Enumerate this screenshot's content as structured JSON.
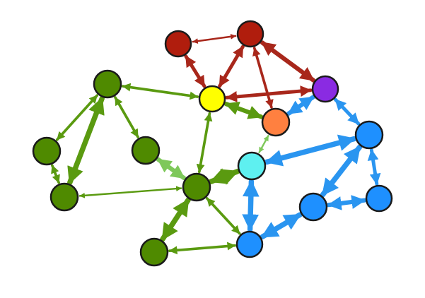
{
  "colors": {
    "red": "#b01d0d",
    "yellow": "#ffff00",
    "orange": "#ff8040",
    "purple": "#8a2be2",
    "cyan": "#5ef0f0",
    "blue": "#1e90ff",
    "green": "#4f8a00",
    "edge_red": "#a8271b",
    "edge_green": "#5a9a10",
    "edge_lightgreen": "#7ec85a",
    "edge_blue": "#2a95f0"
  },
  "nodes": [
    {
      "id": "r1",
      "color": "red"
    },
    {
      "id": "r2",
      "color": "red"
    },
    {
      "id": "y",
      "color": "yellow"
    },
    {
      "id": "p",
      "color": "purple"
    },
    {
      "id": "o",
      "color": "orange"
    },
    {
      "id": "c",
      "color": "cyan"
    },
    {
      "id": "b1",
      "color": "blue"
    },
    {
      "id": "b2",
      "color": "blue"
    },
    {
      "id": "b3",
      "color": "blue"
    },
    {
      "id": "b4",
      "color": "blue"
    },
    {
      "id": "g1",
      "color": "green"
    },
    {
      "id": "g2",
      "color": "green"
    },
    {
      "id": "g3",
      "color": "green"
    },
    {
      "id": "g4",
      "color": "green"
    },
    {
      "id": "g5",
      "color": "green"
    },
    {
      "id": "g6",
      "color": "green"
    }
  ],
  "edges": [
    {
      "from": "r1",
      "to": "r2",
      "color": "edge_red",
      "weight": 1
    },
    {
      "from": "r1",
      "to": "y",
      "color": "edge_red",
      "weight": 3
    },
    {
      "from": "r2",
      "to": "y",
      "color": "edge_red",
      "weight": 3
    },
    {
      "from": "r2",
      "to": "p",
      "color": "edge_red",
      "weight": 4
    },
    {
      "from": "r2",
      "to": "o",
      "color": "edge_red",
      "weight": 2
    },
    {
      "from": "y",
      "to": "p",
      "color": "edge_red",
      "weight": 3
    },
    {
      "from": "y",
      "to": "o",
      "color": "edge_green",
      "weight": 4
    },
    {
      "from": "y",
      "to": "g1",
      "color": "edge_green",
      "weight": 2
    },
    {
      "from": "y",
      "to": "g4",
      "color": "edge_green",
      "weight": 2
    },
    {
      "from": "g1",
      "to": "g2",
      "color": "edge_green",
      "weight": 2
    },
    {
      "from": "g1",
      "to": "g3",
      "color": "edge_green",
      "weight": 5
    },
    {
      "from": "g1",
      "to": "g5",
      "color": "edge_green",
      "weight": 2
    },
    {
      "from": "g2",
      "to": "g3",
      "color": "edge_green",
      "weight": 2
    },
    {
      "from": "g5",
      "to": "g4",
      "color": "edge_lightgreen",
      "weight": 4
    },
    {
      "from": "g3",
      "to": "g4",
      "color": "edge_green",
      "weight": 1
    },
    {
      "from": "g4",
      "to": "c",
      "color": "edge_green",
      "weight": 5
    },
    {
      "from": "g4",
      "to": "g6",
      "color": "edge_green",
      "weight": 5
    },
    {
      "from": "g4",
      "to": "b1",
      "color": "edge_green",
      "weight": 2
    },
    {
      "from": "g6",
      "to": "b1",
      "color": "edge_green",
      "weight": 2
    },
    {
      "from": "o",
      "to": "c",
      "color": "edge_lightgreen",
      "weight": 1
    },
    {
      "from": "o",
      "to": "p",
      "color": "edge_blue",
      "weight": 4
    },
    {
      "from": "p",
      "to": "b4",
      "color": "edge_blue",
      "weight": 3
    },
    {
      "from": "c",
      "to": "b4",
      "color": "edge_blue",
      "weight": 5
    },
    {
      "from": "c",
      "to": "b1",
      "color": "edge_blue",
      "weight": 5
    },
    {
      "from": "b1",
      "to": "b2",
      "color": "edge_blue",
      "weight": 5
    },
    {
      "from": "b2",
      "to": "b4",
      "color": "edge_blue",
      "weight": 5
    },
    {
      "from": "b2",
      "to": "b3",
      "color": "edge_blue",
      "weight": 4
    },
    {
      "from": "b4",
      "to": "b3",
      "color": "edge_blue",
      "weight": 3
    }
  ]
}
